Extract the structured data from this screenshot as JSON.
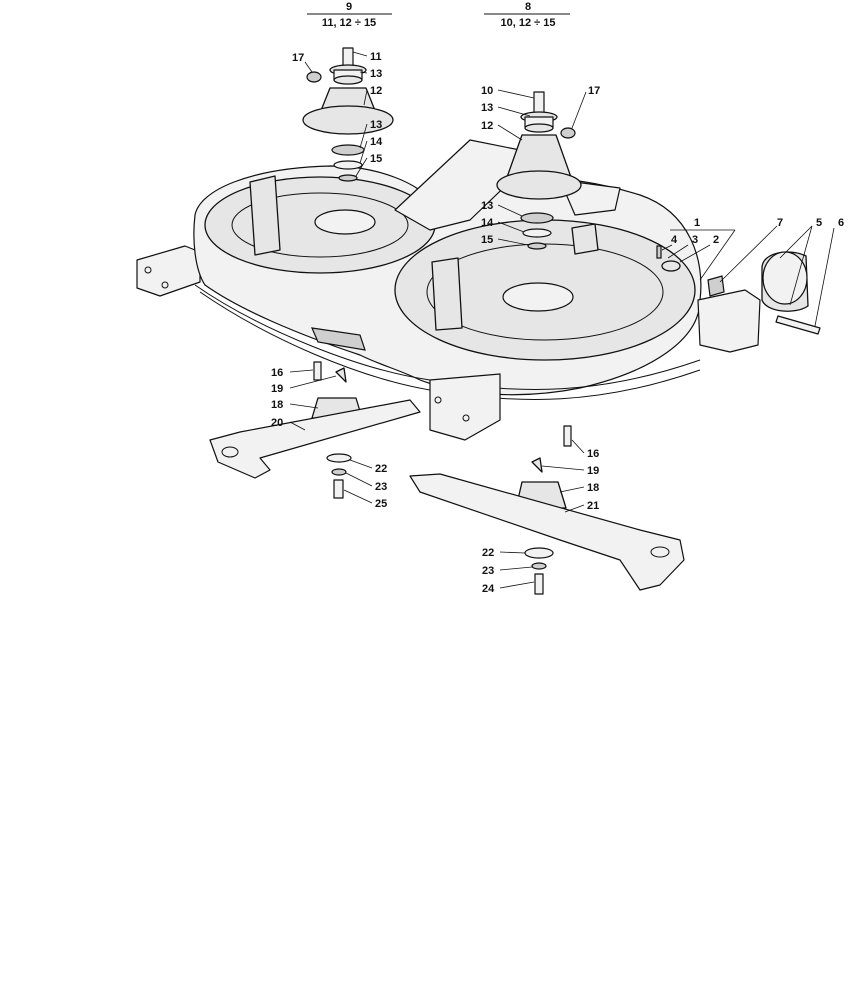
{
  "headers": [
    {
      "id": "hdr-left",
      "top": "9",
      "bottom": "11, 12 ÷ 15"
    },
    {
      "id": "hdr-right",
      "top": "8",
      "bottom": "10, 12 ÷ 15"
    }
  ],
  "callouts": {
    "c11": "11",
    "c13a": "13",
    "c17a": "17",
    "c12a": "12",
    "c13b": "13",
    "c14a": "14",
    "c15a": "15",
    "c10": "10",
    "c13c": "13",
    "c17b": "17",
    "c12b": "12",
    "c13d": "13",
    "c14b": "14",
    "c15b": "15",
    "c1": "1",
    "c4": "4",
    "c3": "3",
    "c2": "2",
    "c7": "7",
    "c5": "5",
    "c6": "6",
    "c16a": "16",
    "c19a": "19",
    "c18a": "18",
    "c20": "20",
    "c22a": "22",
    "c23a": "23",
    "c25": "25",
    "c16b": "16",
    "c19b": "19",
    "c18b": "18",
    "c21": "21",
    "c22b": "22",
    "c23b": "23",
    "c24": "24"
  }
}
